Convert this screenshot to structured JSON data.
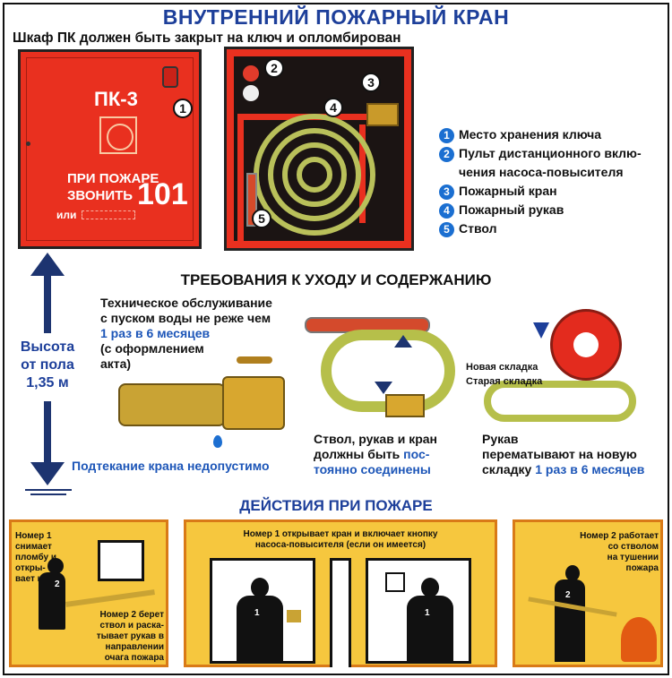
{
  "title": "ВНУТРЕННИЙ ПОЖАРНЫЙ КРАН",
  "subtitle": "Шкаф ПК должен быть закрыт на ключ и опломбирован",
  "cabinet": {
    "label": "ПК-3",
    "call_line1": "ПРИ ПОЖАРЕ",
    "call_line2": "ЗВОНИТЬ",
    "call_number": "101",
    "or_label": "или"
  },
  "callout_numbers": [
    "1",
    "2",
    "3",
    "4",
    "5"
  ],
  "legend": [
    {
      "num": "1",
      "text": "Место хранения ключа"
    },
    {
      "num": "2",
      "text": "Пульт дистанционного вклю-"
    },
    {
      "num": "",
      "text": "чения насоса-повысителя"
    },
    {
      "num": "3",
      "text": "Пожарный кран"
    },
    {
      "num": "4",
      "text": "Пожарный рукав"
    },
    {
      "num": "5",
      "text": "Ствол"
    }
  ],
  "maintenance": {
    "heading": "ТРЕБОВАНИЯ К УХОДУ И СОДЕРЖАНИЮ",
    "service_line1": "Техническое обслуживание",
    "service_line2": "с пуском воды не реже чем",
    "service_highlight": "1 раз в 6 месяцев",
    "service_line3": "(с оформлением",
    "service_line4": "акта)",
    "leak_text": "Подтекание крана недопустимо",
    "connect_line1": "Ствол, рукав и кран",
    "connect_line2": "должны быть",
    "connect_highlight1": "пос-",
    "connect_highlight2": "тоянно соединены",
    "new_fold": "Новая складка",
    "old_fold": "Старая складка",
    "rewind_line1": "Рукав",
    "rewind_line2": "перематывают на новую",
    "rewind_line3": "складку",
    "rewind_highlight": "1 раз в 6 месяцев"
  },
  "height": {
    "line1": "Высота",
    "line2": "от пола",
    "line3": "1,35 м"
  },
  "actions": {
    "heading": "ДЕЙСТВИЯ ПРИ ПОЖАРЕ",
    "box1_top1": "Номер 1 снимает",
    "box1_top2": "пломбу и откры-",
    "box1_top3": "вает шкаф",
    "box1_bottom1": "Номер 2 берет",
    "box1_bottom2": "ствол и раска-",
    "box1_bottom3": "тывает рукав в",
    "box1_bottom4": "направлении",
    "box1_bottom5": "очага пожара",
    "box2_top1": "Номер 1 открывает кран и включает кнопку",
    "box2_top2": "насоса-повысителя (если он имеется)",
    "box3_top1": "Номер 2 работает",
    "box3_top2": "со стволом",
    "box3_top3": "на тушении",
    "box3_top4": "пожара",
    "figure_labels": [
      "2",
      "1",
      "1",
      "2"
    ]
  }
}
